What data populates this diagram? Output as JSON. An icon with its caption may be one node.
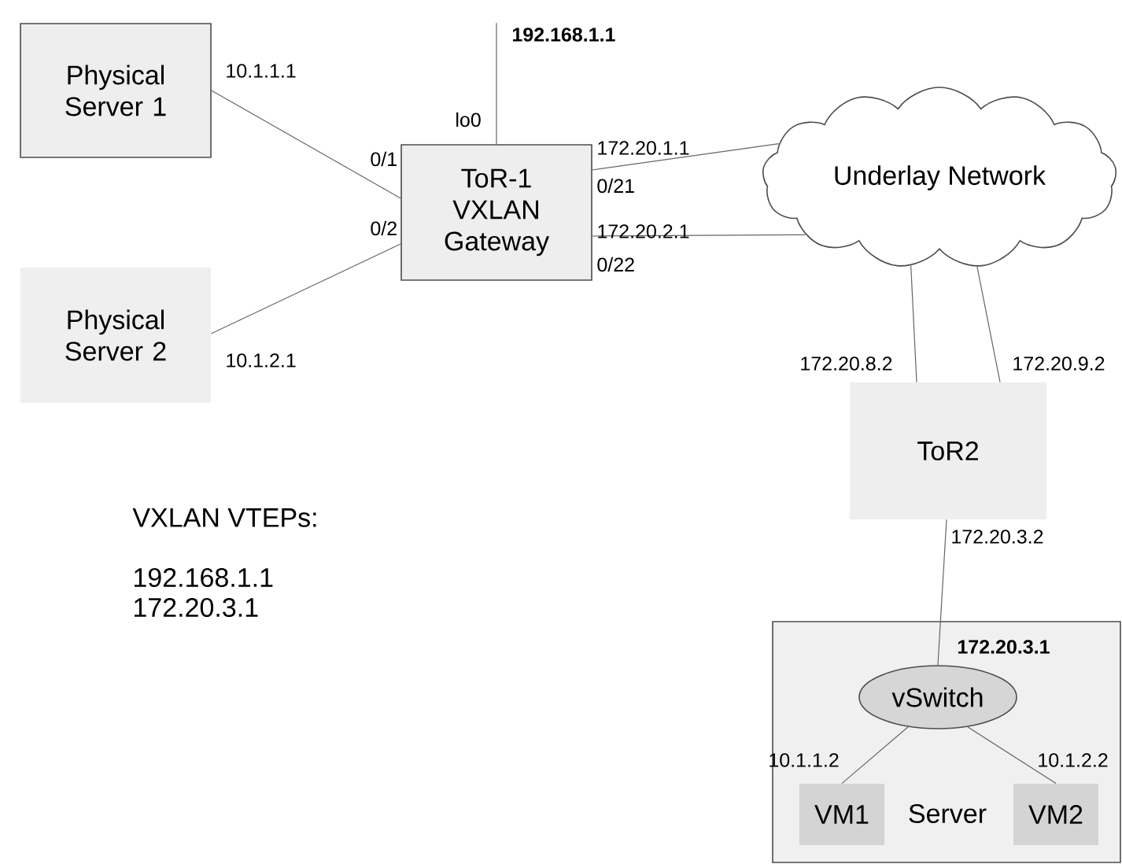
{
  "diagram": {
    "nodes": [
      {
        "text": [
          "Physical Server 1"
        ]
      },
      {
        "text": [
          "Physical Server 2"
        ]
      },
      {
        "text": [
          "ToR-1 VXLAN Gateway"
        ]
      },
      {
        "text": [
          "Underlay Network"
        ]
      },
      {
        "text": [
          "ToR2"
        ]
      },
      {
        "text": [
          "Server"
        ]
      },
      {
        "text": [
          "vSwitch"
        ],
        "in": 5
      },
      {
        "text": [
          "VM1"
        ],
        "in": 5
      },
      {
        "text": [
          "VM2"
        ],
        "in": 5
      }
    ],
    "edges": [
      {
        "from": 0,
        "to": 2,
        "arrow": "none"
      },
      {
        "from": 1,
        "to": 2,
        "arrow": "none"
      },
      {
        "from": 2,
        "to": 3,
        "arrow": "none"
      },
      {
        "from": 2,
        "to": 3,
        "arrow": "none"
      },
      {
        "from": 3,
        "to": 4,
        "arrow": "none"
      },
      {
        "from": 3,
        "to": 4,
        "arrow": "none"
      },
      {
        "from": 4,
        "to": 6,
        "arrow": "none"
      },
      {
        "from": 6,
        "to": 7,
        "arrow": "none"
      },
      {
        "from": 6,
        "to": 8,
        "arrow": "none"
      },
      {
        "from": 2,
        "to": null,
        "arrow": "none"
      }
    ],
    "labels": [
      "192.168.1.1",
      "10.1.1.1",
      "lo0",
      "172.20.1.1",
      "0/1",
      "0/21",
      "0/2",
      "172.20.2.1",
      "0/22",
      "10.1.2.1",
      "172.20.8.2",
      "172.20.9.2",
      "VXLAN VTEPs:",
      "192.168.1.1",
      "172.20.3.1",
      "172.20.3.2",
      "172.20.3.1",
      "10.1.1.2",
      "10.1.2.2"
    ]
  }
}
